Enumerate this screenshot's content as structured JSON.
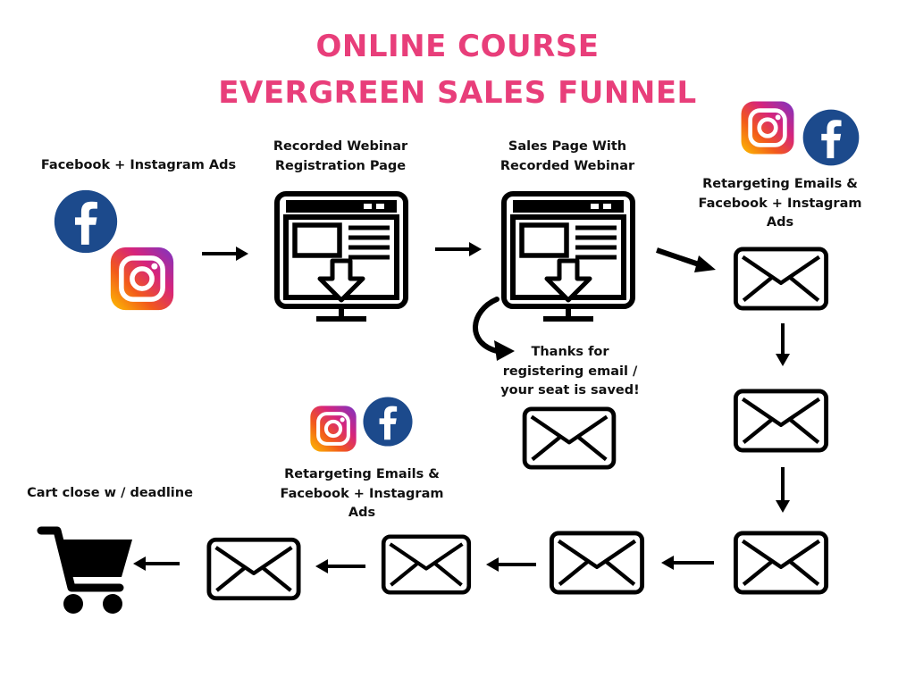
{
  "colors": {
    "title": "#e83e7a",
    "facebook": "#1c4a8c",
    "ink": "#000000"
  },
  "title": {
    "line1": "ONLINE COURSE",
    "line2": "EVERGREEN SALES FUNNEL"
  },
  "labels": {
    "ads": "Facebook + Instagram Ads",
    "registration": [
      "Recorded Webinar",
      "Registration Page"
    ],
    "sales_page": [
      "Sales Page With",
      "Recorded Webinar"
    ],
    "thanks": [
      "Thanks for",
      "registering email /",
      "your seat is saved!"
    ],
    "retarget_top": [
      "Retargeting Emails &",
      "Facebook + Instagram",
      "Ads"
    ],
    "retarget_bottom": [
      "Retargeting Emails &",
      "Facebook + Instagram",
      "Ads"
    ],
    "cart": "Cart close w / deadline"
  },
  "icons": [
    "facebook-icon",
    "instagram-icon",
    "computer-download-icon",
    "envelope-icon",
    "curved-arrow-icon",
    "shopping-cart-icon"
  ]
}
